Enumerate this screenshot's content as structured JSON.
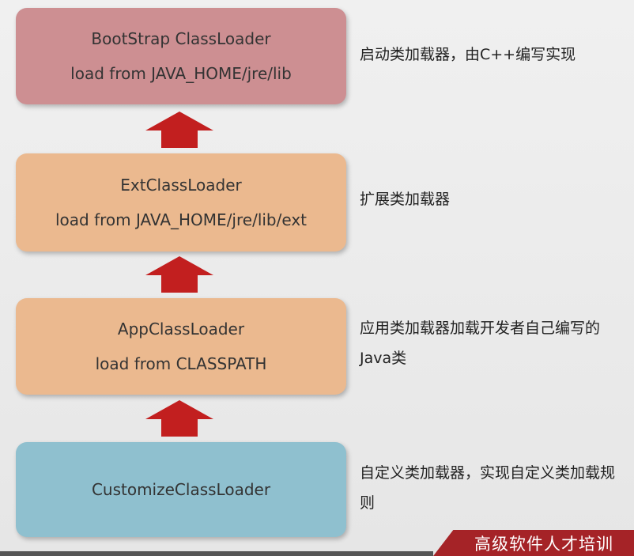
{
  "loaders": [
    {
      "name": "BootStrap ClassLoader",
      "source": "load from JAVA_HOME/jre/lib",
      "desc": "启动类加载器，由C++编写实现"
    },
    {
      "name": "ExtClassLoader",
      "source": "load from JAVA_HOME/jre/lib/ext",
      "desc": "扩展类加载器"
    },
    {
      "name": "AppClassLoader",
      "source": "load from CLASSPATH",
      "desc": "应用类加载器加载开发者自己编写的Java类"
    },
    {
      "name": "CustomizeClassLoader",
      "source": "",
      "desc": "自定义类加载器，实现自定义类加载规则"
    }
  ],
  "colors": {
    "bootstrap": "#cd8f92",
    "ext": "#ebb98f",
    "app": "#ebb98f",
    "customize": "#8fc0cf",
    "arrow": "#c21f1f",
    "banner": "#a52327"
  },
  "footer": {
    "banner_text": "高级软件人才培训"
  }
}
